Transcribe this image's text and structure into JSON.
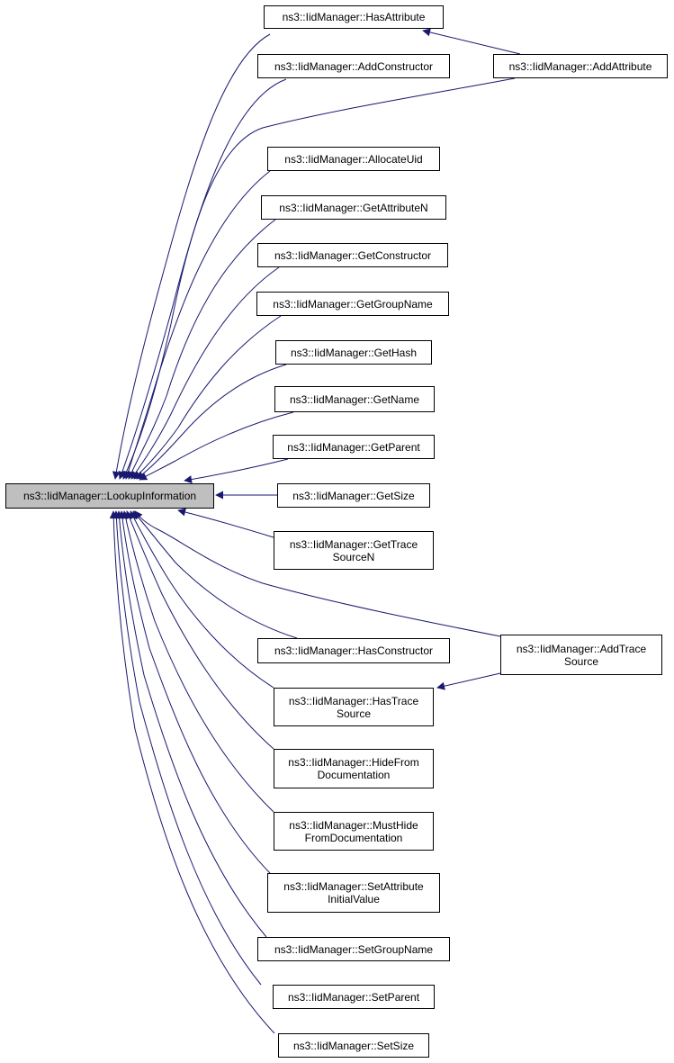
{
  "colors": {
    "edge": "#191970",
    "root_fill": "#bfbfbf",
    "node_fill": "#ffffff",
    "border": "#000000"
  },
  "nodes": {
    "lookup_information": [
      "ns3::IidManager::LookupInformation"
    ],
    "has_attribute": [
      "ns3::IidManager::HasAttribute"
    ],
    "add_constructor": [
      "ns3::IidManager::AddConstructor"
    ],
    "add_attribute": [
      "ns3::IidManager::AddAttribute"
    ],
    "allocate_uid": [
      "ns3::IidManager::AllocateUid"
    ],
    "get_attribute_n": [
      "ns3::IidManager::GetAttributeN"
    ],
    "get_constructor": [
      "ns3::IidManager::GetConstructor"
    ],
    "get_group_name": [
      "ns3::IidManager::GetGroupName"
    ],
    "get_hash": [
      "ns3::IidManager::GetHash"
    ],
    "get_name": [
      "ns3::IidManager::GetName"
    ],
    "get_parent": [
      "ns3::IidManager::GetParent"
    ],
    "get_size": [
      "ns3::IidManager::GetSize"
    ],
    "get_trace_source_n": [
      "ns3::IidManager::GetTrace",
      "SourceN"
    ],
    "has_constructor": [
      "ns3::IidManager::HasConstructor"
    ],
    "add_trace_source": [
      "ns3::IidManager::AddTrace",
      "Source"
    ],
    "has_trace_source": [
      "ns3::IidManager::HasTrace",
      "Source"
    ],
    "hide_from_documentation": [
      "ns3::IidManager::HideFrom",
      "Documentation"
    ],
    "must_hide_from_documentation": [
      "ns3::IidManager::MustHide",
      "FromDocumentation"
    ],
    "set_attribute_initial_value": [
      "ns3::IidManager::SetAttribute",
      "InitialValue"
    ],
    "set_group_name": [
      "ns3::IidManager::SetGroupName"
    ],
    "set_parent": [
      "ns3::IidManager::SetParent"
    ],
    "set_size": [
      "ns3::IidManager::SetSize"
    ]
  },
  "edges": [
    {
      "from": "has_attribute",
      "to": "lookup_information"
    },
    {
      "from": "add_constructor",
      "to": "lookup_information"
    },
    {
      "from": "add_attribute",
      "to": "lookup_information"
    },
    {
      "from": "allocate_uid",
      "to": "lookup_information"
    },
    {
      "from": "get_attribute_n",
      "to": "lookup_information"
    },
    {
      "from": "get_constructor",
      "to": "lookup_information"
    },
    {
      "from": "get_group_name",
      "to": "lookup_information"
    },
    {
      "from": "get_hash",
      "to": "lookup_information"
    },
    {
      "from": "get_name",
      "to": "lookup_information"
    },
    {
      "from": "get_parent",
      "to": "lookup_information"
    },
    {
      "from": "get_size",
      "to": "lookup_information"
    },
    {
      "from": "get_trace_source_n",
      "to": "lookup_information"
    },
    {
      "from": "add_trace_source",
      "to": "lookup_information"
    },
    {
      "from": "has_constructor",
      "to": "lookup_information"
    },
    {
      "from": "has_trace_source",
      "to": "lookup_information"
    },
    {
      "from": "hide_from_documentation",
      "to": "lookup_information"
    },
    {
      "from": "must_hide_from_documentation",
      "to": "lookup_information"
    },
    {
      "from": "set_attribute_initial_value",
      "to": "lookup_information"
    },
    {
      "from": "set_group_name",
      "to": "lookup_information"
    },
    {
      "from": "set_parent",
      "to": "lookup_information"
    },
    {
      "from": "set_size",
      "to": "lookup_information"
    },
    {
      "from": "add_attribute",
      "to": "has_attribute"
    },
    {
      "from": "add_trace_source",
      "to": "has_trace_source"
    }
  ]
}
